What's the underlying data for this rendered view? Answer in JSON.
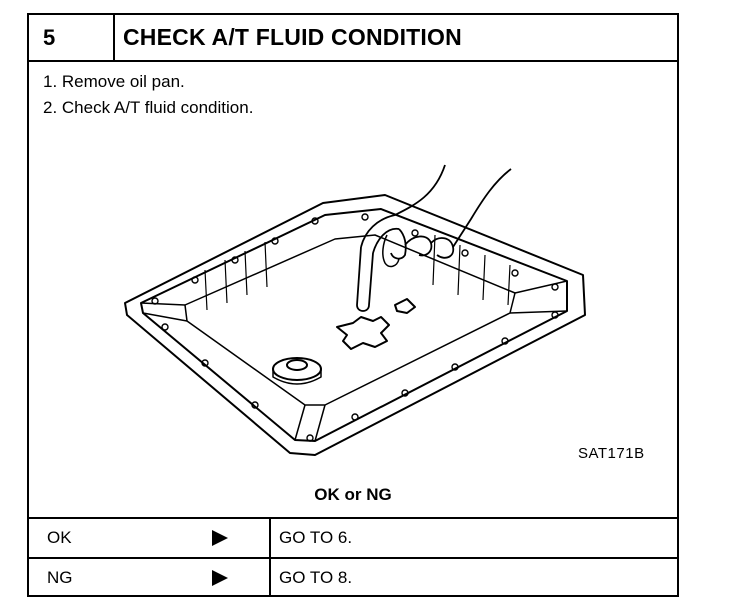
{
  "step": {
    "number": "5",
    "title": "CHECK A/T FLUID CONDITION"
  },
  "instructions": [
    "1.  Remove oil pan.",
    "2.  Check A/T fluid condition."
  ],
  "figure": {
    "code": "SAT171B",
    "illustration": "hand-pointing-at-fluid-in-oil-pan"
  },
  "result_heading": "OK or NG",
  "results": [
    {
      "label": "OK",
      "action": "GO TO 6."
    },
    {
      "label": "NG",
      "action": "GO TO 8."
    }
  ]
}
